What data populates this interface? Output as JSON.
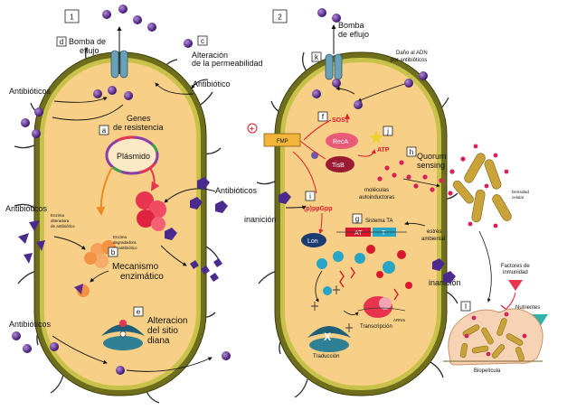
{
  "panel1": {
    "number": "1",
    "labels": {
      "d": "d",
      "efflux_pump": [
        "Bomba de",
        "eflujo"
      ],
      "c": "c",
      "permeability": [
        "Alteración",
        "de la permeabilidad"
      ],
      "antibiotico": "Antibiótico",
      "antibioticos_top": "Antibióticos",
      "resistance_genes": [
        "Genes",
        "de resistencia"
      ],
      "a": "a",
      "plasmid": "Plásmido",
      "antibioticos_mid": "Antibióticos",
      "antibioticos_right": "Antibióticos",
      "enzyme_altering": [
        "Enzima",
        "alteradora",
        "de antibiótico"
      ],
      "enzyme_degrading": [
        "Enzima",
        "degradadora",
        "de antibiótico"
      ],
      "b": "b",
      "enzymatic": [
        "Mecanismo",
        "enzimático"
      ],
      "e": "e",
      "target": [
        "Alteracion",
        "del sitio",
        "diana"
      ],
      "antibioticos_bottom": "Antibióticos"
    }
  },
  "panel2": {
    "number": "2",
    "labels": {
      "efflux_pump": [
        "Bomba",
        "de eflujo"
      ],
      "k": "k",
      "dna_damage": [
        "Daño al ADN",
        "por antibióticos"
      ],
      "f": "f",
      "sos": "SOS",
      "j": "j",
      "atp": "ATP",
      "plus": "+",
      "fmp": "FMP",
      "reca": "RecA",
      "tisb": "TisB",
      "h": "h",
      "quorum": [
        "Quorum",
        "sensing"
      ],
      "i": "i",
      "ppgpp": "(p)ppGpp",
      "inanicion_left": "inanición",
      "autoinducers": [
        "moléculas",
        "autoinductoras"
      ],
      "cell_density": [
        "Densidad",
        "celular"
      ],
      "g": "g",
      "ta_system": "Sistema TA",
      "stress": [
        "estrés",
        "ambiental"
      ],
      "lon": "Lon",
      "at1": "AT",
      "t1": "T",
      "inanicion_right": "inanición",
      "immunity": [
        "Factores de",
        "inmunidad"
      ],
      "l": "l",
      "nutrients": "Nutrientes",
      "transcription": "Transcripción",
      "arnm": "ARNm",
      "translation": "Traducción",
      "x": "X",
      "biofilm": "Biopelícula"
    }
  },
  "colors": {
    "cell_fill": "#f7cf86",
    "cell_wall": "#6e6e1c",
    "cell_wall_inner": "#c9c24a",
    "antibiotic": "#5a2a8c",
    "red": "#e3192d",
    "pump": "#6aa0b8",
    "navy": "#1d3b73",
    "biofilm": "#f6d3b4"
  }
}
